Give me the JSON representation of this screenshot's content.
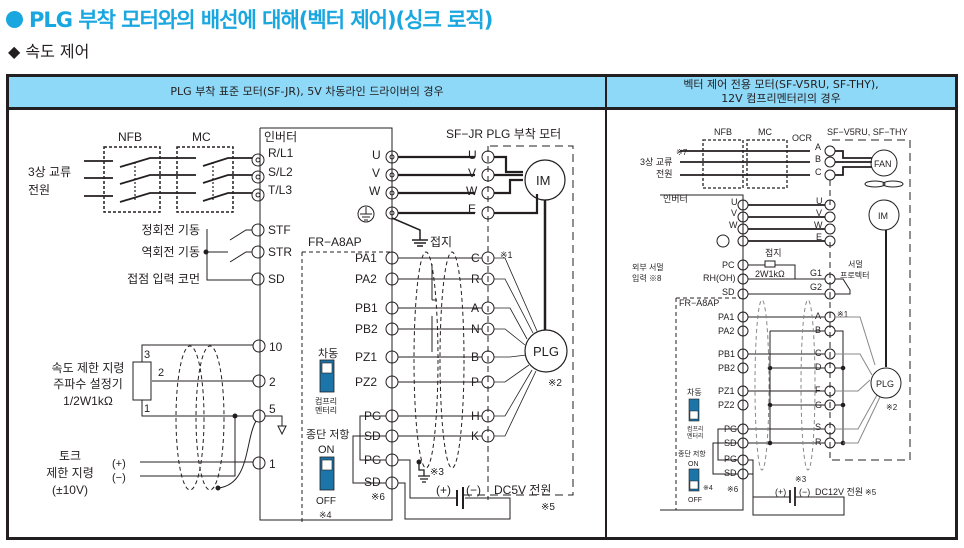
{
  "page": {
    "title": "PLG 부착 모터와의 배선에 대해(벡터 제어)(싱크 로직)",
    "subtitle": "◆ 속도 제어",
    "accent_color": "#1aa7e0",
    "header_bg": "#8ed8f8",
    "switch_color": "#1b75a8"
  },
  "left_panel": {
    "header": "PLG 부착 표준 모터(SF-JR), 5V 차동라인 드라이버의 경우",
    "labels": {
      "nfb": "NFB",
      "mc": "MC",
      "inverter": "인버터",
      "power_1": "3상 교류",
      "power_2": "전원",
      "rl1": "R/L1",
      "sl2": "S/L2",
      "tl3": "T/L3",
      "fwd": "정회전 기동",
      "rev": "역회전 기동",
      "common": "접점 입력 코먼",
      "stf": "STF",
      "str": "STR",
      "sd": "SD",
      "pot_1": "속도 제한 지령",
      "pot_2": "주파수 설정기",
      "pot_3": "1/2W1kΩ",
      "pin3": "3",
      "pin2": "2",
      "pin1": "1",
      "t10": "10",
      "t2": "2",
      "t5": "5",
      "t1": "1",
      "torque_1": "토크",
      "torque_2": "제한 지령",
      "torque_3": "(±10V)",
      "plus": "(+)",
      "minus": "(−)",
      "u": "U",
      "v": "V",
      "w": "W",
      "e": "E",
      "motor_title": "SF−JR PLG 부착 모터",
      "im": "IM",
      "plg": "PLG",
      "ground": "접지",
      "option": "FR−A8AP",
      "pa1": "PA1",
      "pa2": "PA2",
      "pb1": "PB1",
      "pb2": "PB2",
      "pz1": "PZ1",
      "pz2": "PZ2",
      "pg": "PG",
      "sdo": "SD",
      "c": "C",
      "r": "R",
      "a": "A",
      "n": "N",
      "b": "B",
      "p": "P",
      "h": "H",
      "k": "K",
      "note1": "※1",
      "note2": "※2",
      "note3": "※3",
      "note4": "※4",
      "note5": "※5",
      "note6": "※6",
      "diff": "차동",
      "comp_1": "컴프리",
      "comp_2": "멘터리",
      "term": "종단 저항",
      "on": "ON",
      "off": "OFF",
      "bplus": "(+)",
      "bminus": "(−)",
      "dc": "DC5V 전원"
    }
  },
  "right_panel": {
    "header_line1": "벡터 제어 전용 모터(SF-V5RU, SF-THY),",
    "header_line2": "12V 컴프리멘터리의 경우",
    "labels": {
      "nfb": "NFB",
      "mc": "MC",
      "ocr": "OCR",
      "motor_title": "SF−V5RU, SF−THY",
      "note7": "※7",
      "power_1": "3상 교류",
      "power_2": "전원",
      "a": "A",
      "b": "B",
      "c": "C",
      "fan": "FAN",
      "inverter": "인버터",
      "u": "U",
      "v": "V",
      "w": "W",
      "e": "E",
      "im": "IM",
      "ground": "접지",
      "ext_1": "외부 서멀",
      "ext_2": "입력 ※8",
      "pc": "PC",
      "rh": "RH(OH)",
      "sd": "SD",
      "res": "2W1kΩ",
      "g1": "G1",
      "g2": "G2",
      "th_1": "서멀",
      "th_2": "프로텍터",
      "option": "FR−A8AP",
      "pa1": "PA1",
      "pa2": "PA2",
      "pb1": "PB1",
      "pb2": "PB2",
      "pz1": "PZ1",
      "pz2": "PZ2",
      "pg": "PG",
      "sdo": "SD",
      "ea": "A",
      "eb": "B",
      "ec": "C",
      "ed": "D",
      "ef": "F",
      "eg": "G",
      "es": "S",
      "er": "R",
      "plg": "PLG",
      "note1": "※1",
      "note2": "※2",
      "note3": "※3",
      "note4": "※4",
      "note5": "※5",
      "note6": "※6",
      "diff": "차동",
      "comp_1": "컴프리",
      "comp_2": "멘터리",
      "term": "종단 저항",
      "on": "ON",
      "off": "OFF",
      "bplus": "(+)",
      "bminus": "(−)",
      "dc": "DC12V 전원"
    }
  }
}
